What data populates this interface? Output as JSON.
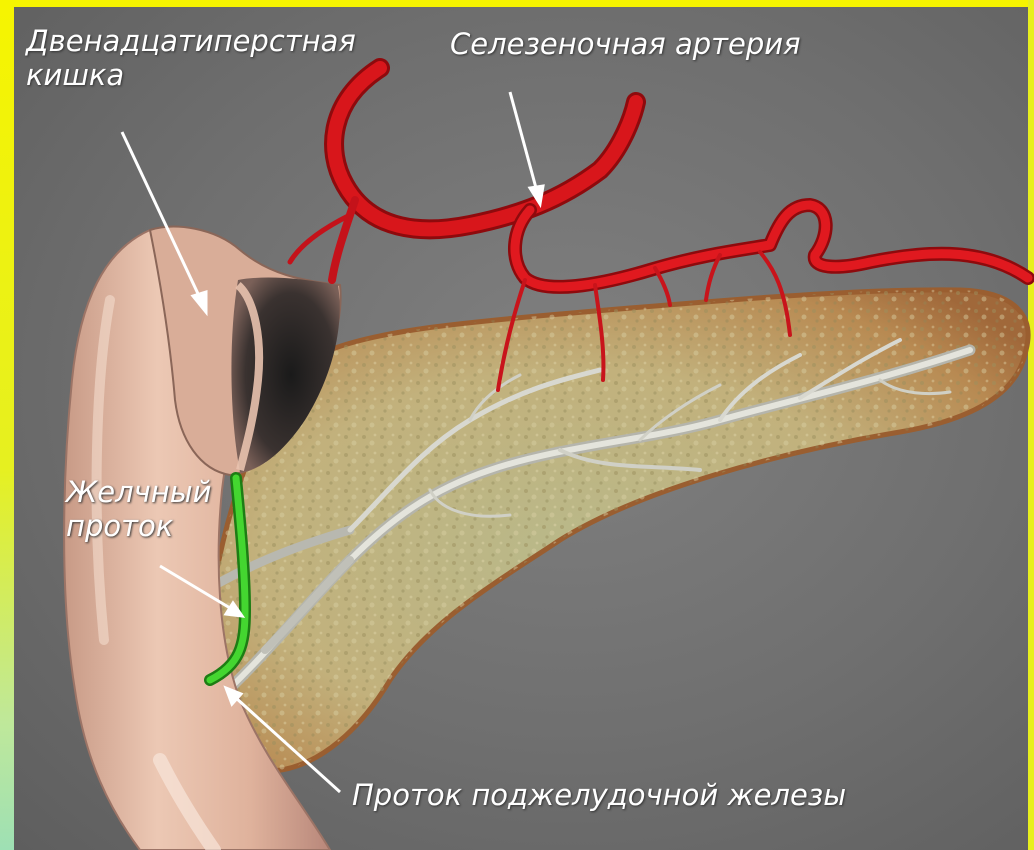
{
  "labels": {
    "duodenum": "Двенадцатиперстная кишка",
    "splenic_artery": "Селезеночная артерия",
    "bile_duct": "Желчный проток",
    "pancreatic_duct": "Проток поджелудочной железы"
  },
  "colors": {
    "background": "#6e6e6e",
    "border_yellow": "#f6f400",
    "artery": "#d10f14",
    "bile_duct": "#3fd22a",
    "pancreas": "#c8b47e",
    "duct_tree": "#d2d2c8",
    "duodenum": "#e0b6a0"
  }
}
